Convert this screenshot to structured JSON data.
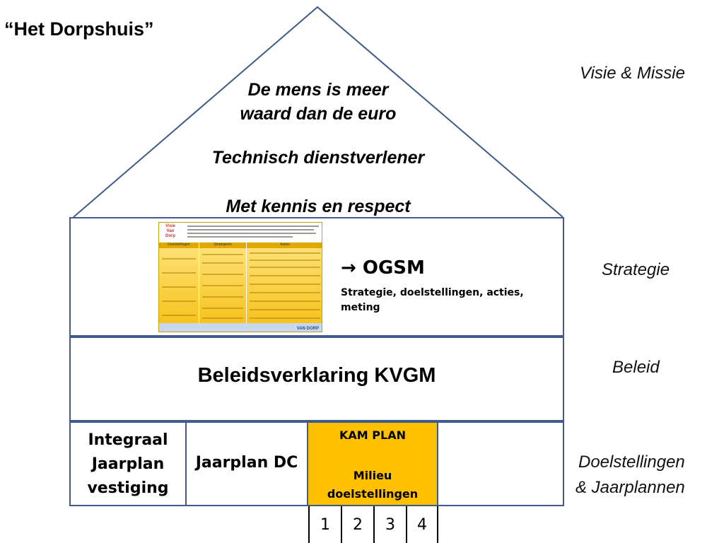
{
  "title": "“Het Dorpshuis”",
  "side_labels": {
    "visie": "Visie & Missie",
    "strategie": "Strategie",
    "beleid": "Beleid",
    "doelstellingen_line1": "Doelstellingen",
    "doelstellingen_line2": "& Jaarplannen"
  },
  "roof": {
    "line1": "De mens is meer",
    "line2": "waard dan de euro",
    "line3": "Technisch dienstverlener",
    "line4": "Met kennis en respect"
  },
  "strategy": {
    "thumbnail_title_line1": "Visie",
    "thumbnail_title_line2": "Van Dorp",
    "thumbnail_columns": [
      "Doelstellingen",
      "Strategieën",
      "Acties"
    ],
    "thumbnail_logo": "VAN DORP",
    "ogsm_title": "→ OGSM",
    "ogsm_sub_line1": "Strategie, doelstellingen, acties,",
    "ogsm_sub_line2": "meting"
  },
  "beleid": {
    "text": "Beleidsverklaring KVGM"
  },
  "bottom": {
    "integraal_line1": "Integraal",
    "integraal_line2": "Jaarplan",
    "integraal_line3": "vestiging",
    "jaarplan_dc": "Jaarplan DC",
    "kam_title": "KAM PLAN",
    "kam_line1": "Milieu",
    "kam_line2": "doelstellingen",
    "numbers": [
      "1",
      "2",
      "3",
      "4"
    ]
  },
  "colors": {
    "outline": "#3f5a8c",
    "kam_fill": "#ffc000"
  }
}
